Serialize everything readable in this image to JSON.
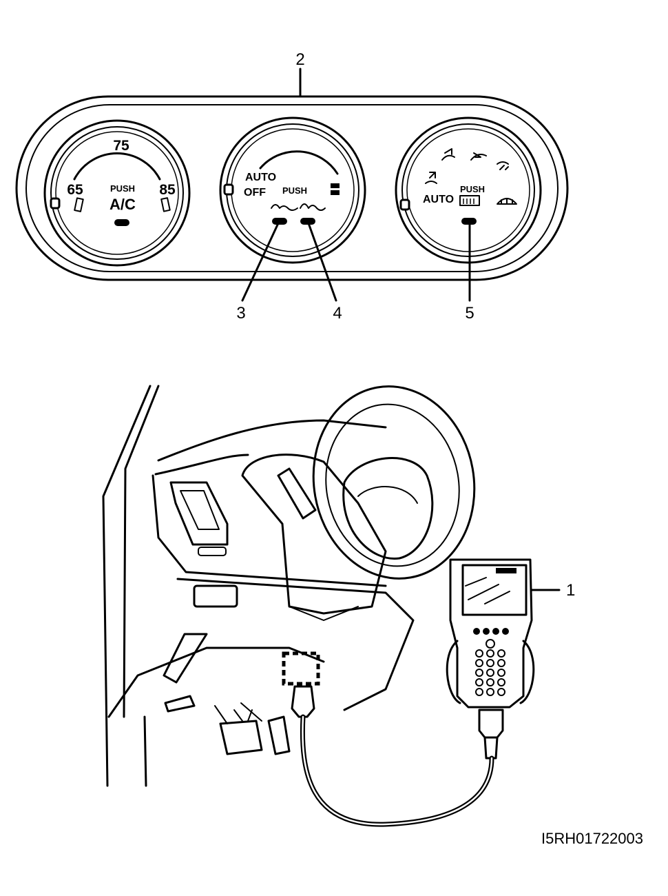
{
  "callouts": {
    "c1": "1",
    "c2": "2",
    "c3": "3",
    "c4": "4",
    "c5": "5"
  },
  "temp_dial": {
    "top": "75",
    "left": "65",
    "right": "85",
    "push": "PUSH",
    "button": "A/C"
  },
  "fan_dial": {
    "auto": "AUTO",
    "off": "OFF",
    "push": "PUSH"
  },
  "mode_dial": {
    "auto": "AUTO",
    "push": "PUSH"
  },
  "figure_code": "I5RH01722003",
  "icons": [
    "vent-face-icon",
    "vent-bilevel-icon",
    "vent-foot-icon",
    "defrost-foot-icon",
    "front-defrost-icon",
    "rear-defrost-icon",
    "fan-low-icon",
    "fan-high-icon",
    "recirculation-icon"
  ]
}
